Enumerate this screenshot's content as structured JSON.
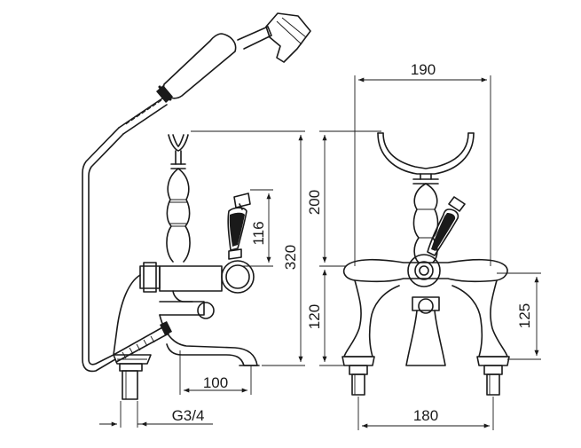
{
  "dimensions": {
    "hose_connection": "G3/4",
    "spout_reach": "100",
    "lever_height": "116",
    "overall_height": "320",
    "width_overall": "190",
    "cradle_height": "200",
    "body_height": "120",
    "spout_height": "125",
    "inlet_centres": "180"
  }
}
